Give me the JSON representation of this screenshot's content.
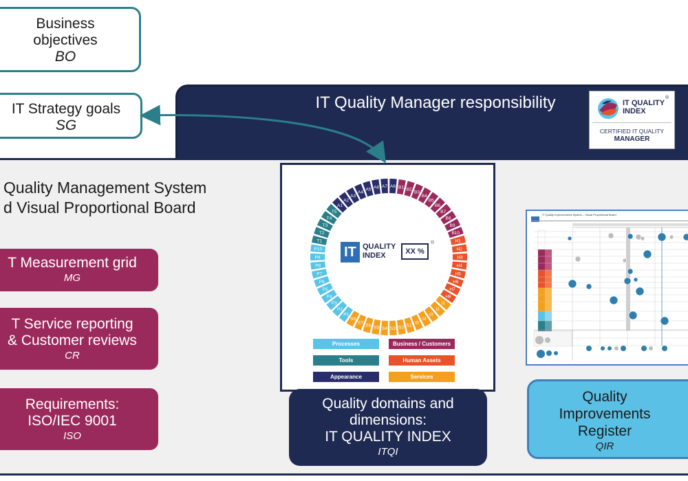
{
  "business_objectives": {
    "title": "Business objectives",
    "abbr": "BO"
  },
  "it_strategy": {
    "title": "IT Strategy goals",
    "abbr": "SG"
  },
  "manager_band": {
    "title": "IT Quality Manager responsibility",
    "badge": {
      "brand_line1": "IT QUALITY",
      "brand_line2": "INDEX",
      "reg": "®",
      "cert_line1": "CERTIFIED IT QUALITY",
      "cert_line2": "MANAGER"
    }
  },
  "qms": {
    "title_line1": "Quality Management System",
    "title_line2": "d Visual Proportional Board"
  },
  "left_boxes": [
    {
      "title": "T Measurement grid",
      "abbr": "MG"
    },
    {
      "title_line1": "T Service reporting",
      "title_line2": "& Customer reviews",
      "abbr": "CR"
    },
    {
      "title_line1": "Requirements:",
      "title_line2": "ISO/IEC 9001",
      "abbr": "ISO"
    }
  ],
  "wheel": {
    "logo_it": "IT",
    "logo_line1": "QUALITY",
    "logo_line2": "INDEX",
    "logo_value": "XX %",
    "logo_reg": "®",
    "segments": [
      "A8",
      "B1",
      "B2",
      "B3",
      "B4",
      "B5",
      "B6",
      "B7",
      "B8",
      "B9",
      "B10",
      "H1",
      "H2",
      "H3",
      "H4",
      "H5",
      "H6",
      "H7",
      "H8",
      "I1",
      "I2",
      "I3",
      "I4",
      "I5",
      "S1",
      "S2",
      "S3",
      "S4",
      "S5",
      "S6",
      "S7",
      "S8",
      "P1",
      "P2",
      "P3",
      "P4",
      "P5",
      "P6",
      "P7",
      "P8",
      "P9",
      "P10",
      "T1",
      "T2",
      "T3",
      "T4",
      "T5",
      "A1",
      "A2",
      "A3",
      "A4",
      "A5",
      "A6",
      "A7"
    ],
    "segment_colors": [
      "#2a2d6b",
      "#9b2a5c",
      "#9b2a5c",
      "#9b2a5c",
      "#9b2a5c",
      "#9b2a5c",
      "#9b2a5c",
      "#9b2a5c",
      "#9b2a5c",
      "#9b2a5c",
      "#9b2a5c",
      "#e8532b",
      "#e8532b",
      "#e8532b",
      "#e8532b",
      "#e8532b",
      "#e8532b",
      "#e8532b",
      "#e8532b",
      "#f4a01e",
      "#f4a01e",
      "#f4a01e",
      "#f4a01e",
      "#f4a01e",
      "#f4a01e",
      "#f4a01e",
      "#f4a01e",
      "#f4a01e",
      "#f4a01e",
      "#f4a01e",
      "#f4a01e",
      "#f4a01e",
      "#59c3e8",
      "#59c3e8",
      "#59c3e8",
      "#59c3e8",
      "#59c3e8",
      "#59c3e8",
      "#59c3e8",
      "#59c3e8",
      "#59c3e8",
      "#59c3e8",
      "#2a7f8a",
      "#2a7f8a",
      "#2a7f8a",
      "#2a7f8a",
      "#2a7f8a",
      "#2a2d6b",
      "#2a2d6b",
      "#2a2d6b",
      "#2a2d6b",
      "#2a2d6b",
      "#2a2d6b",
      "#2a2d6b"
    ],
    "legend": [
      {
        "label": "Processes",
        "color": "#59c3e8"
      },
      {
        "label": "Business / Customers",
        "color": "#9b2a5c"
      },
      {
        "label": "Tools",
        "color": "#2a7f8a"
      },
      {
        "label": "Human Assets",
        "color": "#e8532b"
      },
      {
        "label": "Appearance",
        "color": "#2a2d6b"
      },
      {
        "label": "Services",
        "color": "#f4a01e"
      }
    ]
  },
  "domains_box": {
    "line1": "Quality domains and",
    "line2": "dimensions:",
    "line3": "IT QUALITY INDEX",
    "abbr": "ITQI"
  },
  "board_thumb": {
    "title": "IT Quality Improvements System – Visual Proportional Board"
  },
  "qir_box": {
    "line1": "Quality",
    "line2": "Improvements",
    "line3": "Register",
    "abbr": "QIR"
  },
  "colors": {
    "navy": "#1f2a52",
    "teal": "#2a7f8a",
    "maroon": "#9b2a5c",
    "light_blue": "#5bc0e6"
  }
}
